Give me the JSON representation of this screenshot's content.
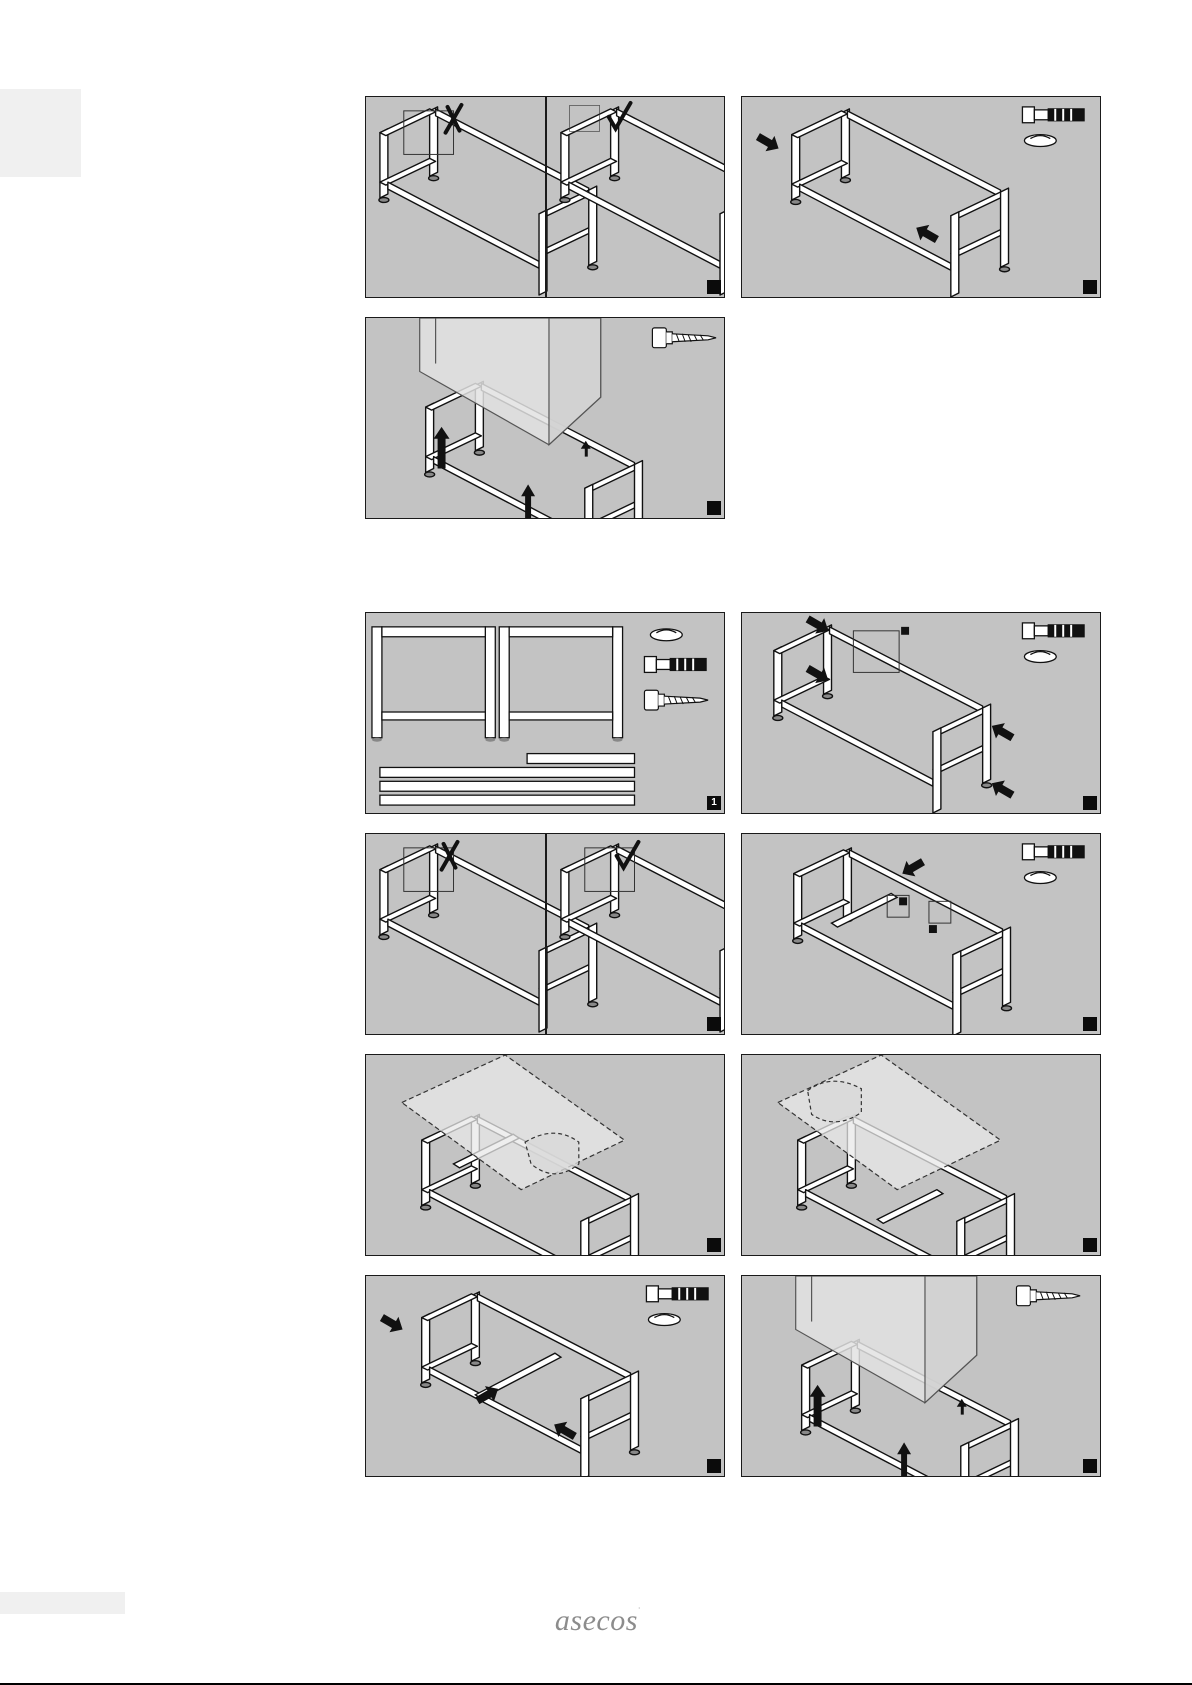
{
  "page": {
    "logo_text": "asecos",
    "logo_mark": "·"
  },
  "sections": [
    {
      "name": "upper",
      "panels": [
        {
          "id": "a1",
          "content": "frame-compare-wrong-right",
          "step": "",
          "icons": [
            "cross-mark-icon",
            "check-mark-icon"
          ]
        },
        {
          "id": "a2",
          "content": "frame-insert-connectors",
          "step": "",
          "icons": [
            "bolt-icon",
            "cap-icon",
            "arrow-icon"
          ]
        },
        {
          "id": "a3",
          "content": "cabinet-on-frame",
          "step": "",
          "icons": [
            "screw-icon",
            "arrow-up-icon"
          ]
        }
      ]
    },
    {
      "name": "lower",
      "panels": [
        {
          "id": "b1",
          "content": "parts-overview",
          "step": "1",
          "icons": [
            "cap-icon",
            "bolt-icon",
            "screw-icon"
          ]
        },
        {
          "id": "b2",
          "content": "frame-assemble",
          "step": "",
          "icons": [
            "bolt-icon",
            "cap-icon",
            "arrow-icon"
          ]
        },
        {
          "id": "b3",
          "content": "frame-compare-wrong-right",
          "step": "",
          "icons": [
            "cross-mark-icon",
            "check-mark-icon"
          ]
        },
        {
          "id": "b4",
          "content": "frame-crossbar-insert",
          "step": "",
          "icons": [
            "bolt-icon",
            "cap-icon",
            "arrow-icon"
          ]
        },
        {
          "id": "b5",
          "content": "worktop-sink-right",
          "step": "",
          "icons": []
        },
        {
          "id": "b6",
          "content": "worktop-sink-left",
          "step": "",
          "icons": []
        },
        {
          "id": "b7",
          "content": "frame-crossbar-fix",
          "step": "",
          "icons": [
            "bolt-icon",
            "cap-icon",
            "arrow-icon"
          ]
        },
        {
          "id": "b8",
          "content": "cabinet-on-frame",
          "step": "",
          "icons": [
            "screw-icon",
            "arrow-up-icon"
          ]
        }
      ]
    }
  ]
}
